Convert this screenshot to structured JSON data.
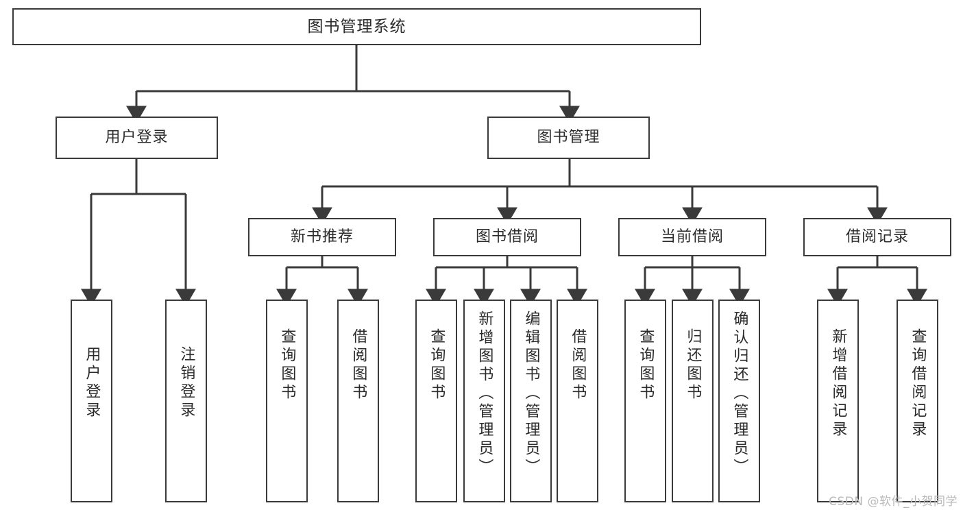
{
  "diagram": {
    "title": "图书管理系统",
    "type": "tree-hierarchy-chart",
    "colors": {
      "box_border": "#3a3a3a",
      "box_fill": "#ffffff",
      "connector": "#3a3a3a",
      "text": "#2b2b2b",
      "watermark": "#b9b9b9",
      "background": "#ffffff"
    }
  },
  "root": {
    "label": "图书管理系统"
  },
  "level2": [
    {
      "label": "用户登录"
    },
    {
      "label": "图书管理"
    }
  ],
  "level3": [
    {
      "label": "新书推荐"
    },
    {
      "label": "图书借阅"
    },
    {
      "label": "当前借阅"
    },
    {
      "label": "借阅记录"
    }
  ],
  "leaves": {
    "user_login": [
      {
        "label": "用户登录"
      },
      {
        "label": "注销登录"
      }
    ],
    "new_book_recommend": [
      {
        "label": "查询图书"
      },
      {
        "label": "借阅图书"
      }
    ],
    "book_borrow": [
      {
        "label": "查询图书"
      },
      {
        "label": "新增图书（管理员）"
      },
      {
        "label": "编辑图书（管理员）"
      },
      {
        "label": "借阅图书"
      }
    ],
    "current_borrow": [
      {
        "label": "查询图书"
      },
      {
        "label": "归还图书"
      },
      {
        "label": "确认归还（管理员）"
      }
    ],
    "borrow_record": [
      {
        "label": "新增借阅记录"
      },
      {
        "label": "查询借阅记录"
      }
    ]
  },
  "watermark": {
    "text": "CSDN @软件_小贺同学"
  }
}
